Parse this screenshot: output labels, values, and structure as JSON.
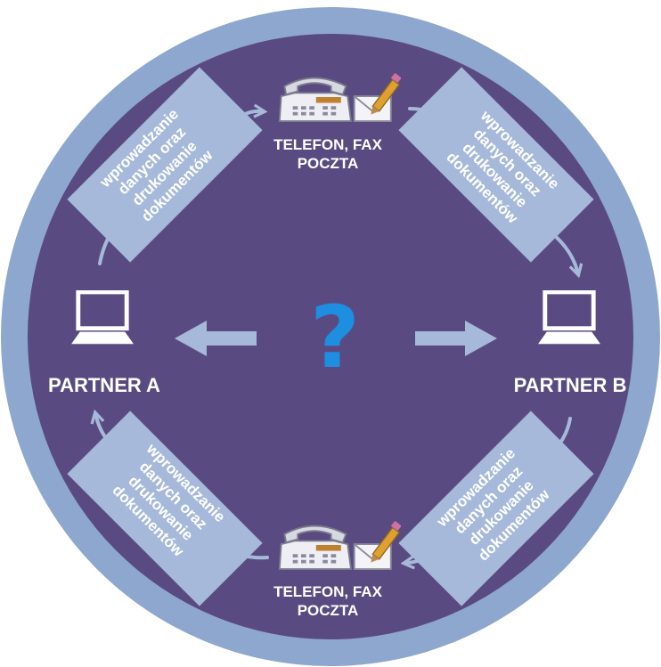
{
  "diagram": {
    "colors": {
      "outer_ring": "#8ea7cf",
      "inner_circle": "#5a4a82",
      "panel": "#a6b9da",
      "text": "#ffffff",
      "flow_arrow": "#a6b9da",
      "question_mark": "#1e8ee0"
    },
    "center": {
      "symbol": "?",
      "icon": "question-mark"
    },
    "partner_a": {
      "label": "PARTNER A",
      "icon": "laptop-icon"
    },
    "partner_b": {
      "label": "PARTNER B",
      "icon": "laptop-icon"
    },
    "comm_top": {
      "line1": "TELEFON, FAX",
      "line2": "POCZTA",
      "icons": [
        "telephone-icon",
        "envelope-pencil-icon"
      ]
    },
    "comm_bottom": {
      "line1": "TELEFON, FAX",
      "line2": "POCZTA",
      "icons": [
        "telephone-icon",
        "envelope-pencil-icon"
      ]
    },
    "data_entry_panels": [
      {
        "position": "top-left",
        "lines": [
          "wprowadzanie",
          "danych oraz",
          "drukowanie",
          "dokumentów"
        ]
      },
      {
        "position": "top-right",
        "lines": [
          "wprowadzanie",
          "danych oraz",
          "drukowanie",
          "dokumentów"
        ]
      },
      {
        "position": "bottom-left",
        "lines": [
          "wprowadzanie",
          "danych oraz",
          "drukowanie",
          "dokumentów"
        ]
      },
      {
        "position": "bottom-right",
        "lines": [
          "wprowadzanie",
          "danych oraz",
          "drukowanie",
          "dokumentów"
        ]
      }
    ]
  }
}
